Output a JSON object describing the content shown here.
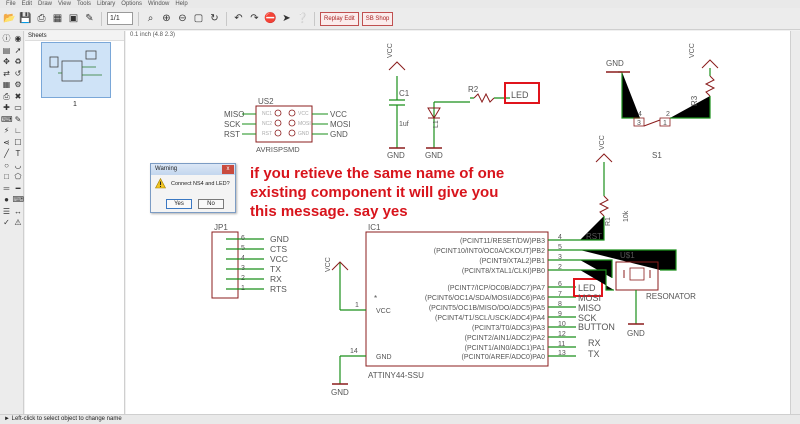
{
  "menu": [
    "File",
    "Edit",
    "Draw",
    "View",
    "Tools",
    "Library",
    "Options",
    "Window",
    "Help"
  ],
  "toolbar": {
    "zoom_combo": "1/1",
    "badge_1": "Replay Edit",
    "badge_2": "SB Shop"
  },
  "sheets": {
    "title": "Sheets",
    "page": "1"
  },
  "canvas": {
    "coords": "0.1 inch (4.8 2.3)"
  },
  "components": {
    "us2": {
      "name": "US2",
      "value": "AVRISPSMD",
      "left_labels": [
        "MISO",
        "SCK",
        "RST"
      ],
      "right_labels": [
        "VCC",
        "MOSI",
        "GND"
      ],
      "pin_labels": [
        "NC1",
        "NC2",
        "RST",
        "VCC",
        "MOSI",
        "GND"
      ]
    },
    "c1": {
      "name": "C1",
      "value": "1uf",
      "vcc": "VCC",
      "gnd": "GND"
    },
    "led": {
      "name": "L1",
      "gnd": "GND"
    },
    "r2": {
      "name": "R2",
      "net": "LED"
    },
    "s1": {
      "name": "S1",
      "gnd": "GND",
      "pins": [
        "4",
        "3",
        "2",
        "1"
      ]
    },
    "r3": {
      "name": "R3",
      "vcc": "VCC"
    },
    "r1": {
      "name": "R1",
      "value": "10k",
      "vcc": "VCC",
      "net": "RST"
    },
    "jp1": {
      "name": "JP1",
      "pins": [
        "6",
        "5",
        "4",
        "3",
        "2",
        "1"
      ],
      "nets": [
        "GND",
        "CTS",
        "VCC",
        "TX",
        "RX",
        "RTS"
      ]
    },
    "ic1": {
      "name": "IC1",
      "value": "ATTINY44-SSU",
      "vcc_pin": "1",
      "gnd_pin": "14",
      "vcc_label": "VCC",
      "gnd_label": "GND",
      "left_pwr_vcc": "VCC",
      "left_pwr_gnd": "GND",
      "pins": [
        {
          "label": "(PCINT11/RESET/DW)PB3",
          "num": "4",
          "net": "RST"
        },
        {
          "label": "(PCINT10/INT0/OC0A/CKOUT)PB2",
          "num": "5",
          "net": ""
        },
        {
          "label": "(PCINT9/XTAL2)PB1",
          "num": "3",
          "net": ""
        },
        {
          "label": "(PCINT8/XTAL1/CLKI)PB0",
          "num": "2",
          "net": ""
        },
        {
          "label": "(PCINT7/ICP/OC0B/ADC7)PA7",
          "num": "6",
          "net": "LED"
        },
        {
          "label": "(PCINT6/OC1A/SDA/MOSI/ADC6)PA6",
          "num": "7",
          "net": "MOSI"
        },
        {
          "label": "(PCINT5/OC1B/MISO/DO/ADC5)PA5",
          "num": "8",
          "net": "MISO"
        },
        {
          "label": "(PCINT4/T1/SCL/USCK/ADC4)PA4",
          "num": "9",
          "net": "SCK"
        },
        {
          "label": "(PCINT3/T0/ADC3)PA3",
          "num": "10",
          "net": "BUTTON"
        },
        {
          "label": "(PCINT2/AIN1/ADC2)PA2",
          "num": "12",
          "net": "RX"
        },
        {
          "label": "(PCINT1/AIN0/ADC1)PA1",
          "num": "11",
          "net": "TX"
        },
        {
          "label": "(PCINT0/AREF/ADC0)PA0",
          "num": "13",
          "net": ""
        }
      ]
    },
    "u1": {
      "name": "U$1",
      "value": "RESONATOR",
      "gnd": "GND"
    }
  },
  "dialog": {
    "title": "Warning",
    "message": "Connect NS4 and LED?",
    "yes": "Yes",
    "no": "No",
    "close": "x"
  },
  "annotation": "if you retieve the same name of one existing component it will give you this message. say yes",
  "status": "Left-click to select object to change name",
  "colors": {
    "wire": "#1a8f1a",
    "symbol": "#8b1c1c",
    "text": "#555555",
    "highlight": "#e0141c",
    "annotation": "#d8141c"
  }
}
